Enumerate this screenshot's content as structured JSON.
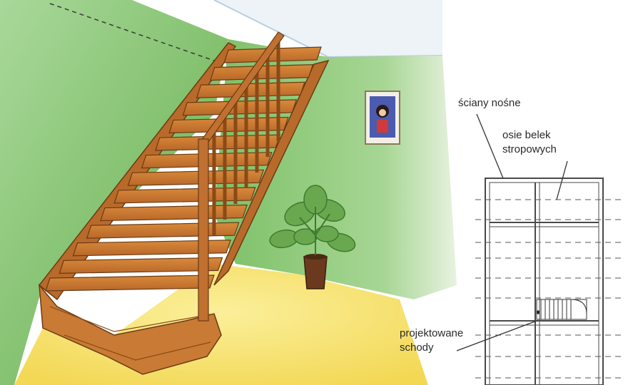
{
  "labels": {
    "load_bearing_walls": "ściany nośne",
    "joist_axes_line1": "osie belek",
    "joist_axes_line2": "stropowych",
    "planned_stairs_line1": "projektowane",
    "planned_stairs_line2": "schody"
  },
  "colors": {
    "wall_green": "#7fbf6a",
    "wall_green_light": "#a9d89a",
    "floor_yellow": "#f3dc5a",
    "wood": "#c8782e",
    "wood_dark": "#8a4a17",
    "ceiling": "#f4f6f8",
    "plan_line": "#4a4a4a"
  }
}
